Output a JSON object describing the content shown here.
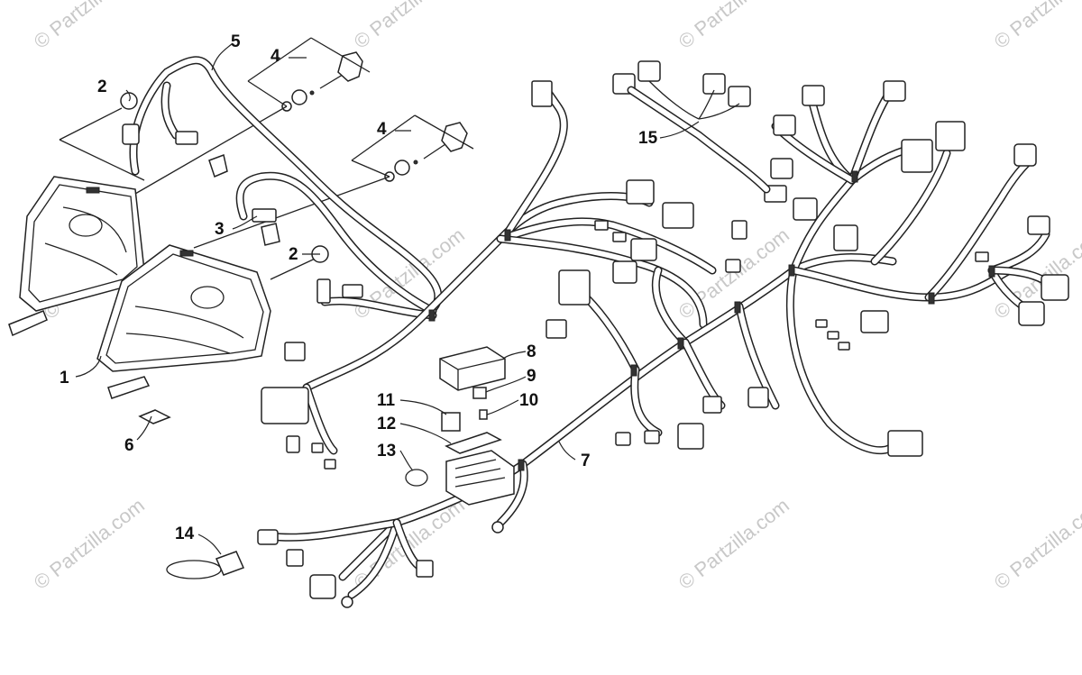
{
  "watermark": {
    "text": "© Partzilla.com"
  },
  "callouts": [
    {
      "id": "1",
      "label": "1"
    },
    {
      "id": "2a",
      "label": "2"
    },
    {
      "id": "2b",
      "label": "2"
    },
    {
      "id": "3",
      "label": "3"
    },
    {
      "id": "4a",
      "label": "4"
    },
    {
      "id": "4b",
      "label": "4"
    },
    {
      "id": "5",
      "label": "5"
    },
    {
      "id": "6",
      "label": "6"
    },
    {
      "id": "7",
      "label": "7"
    },
    {
      "id": "8",
      "label": "8"
    },
    {
      "id": "9",
      "label": "9"
    },
    {
      "id": "10",
      "label": "10"
    },
    {
      "id": "11",
      "label": "11"
    },
    {
      "id": "12",
      "label": "12"
    },
    {
      "id": "13",
      "label": "13"
    },
    {
      "id": "14",
      "label": "14"
    },
    {
      "id": "15",
      "label": "15"
    }
  ]
}
